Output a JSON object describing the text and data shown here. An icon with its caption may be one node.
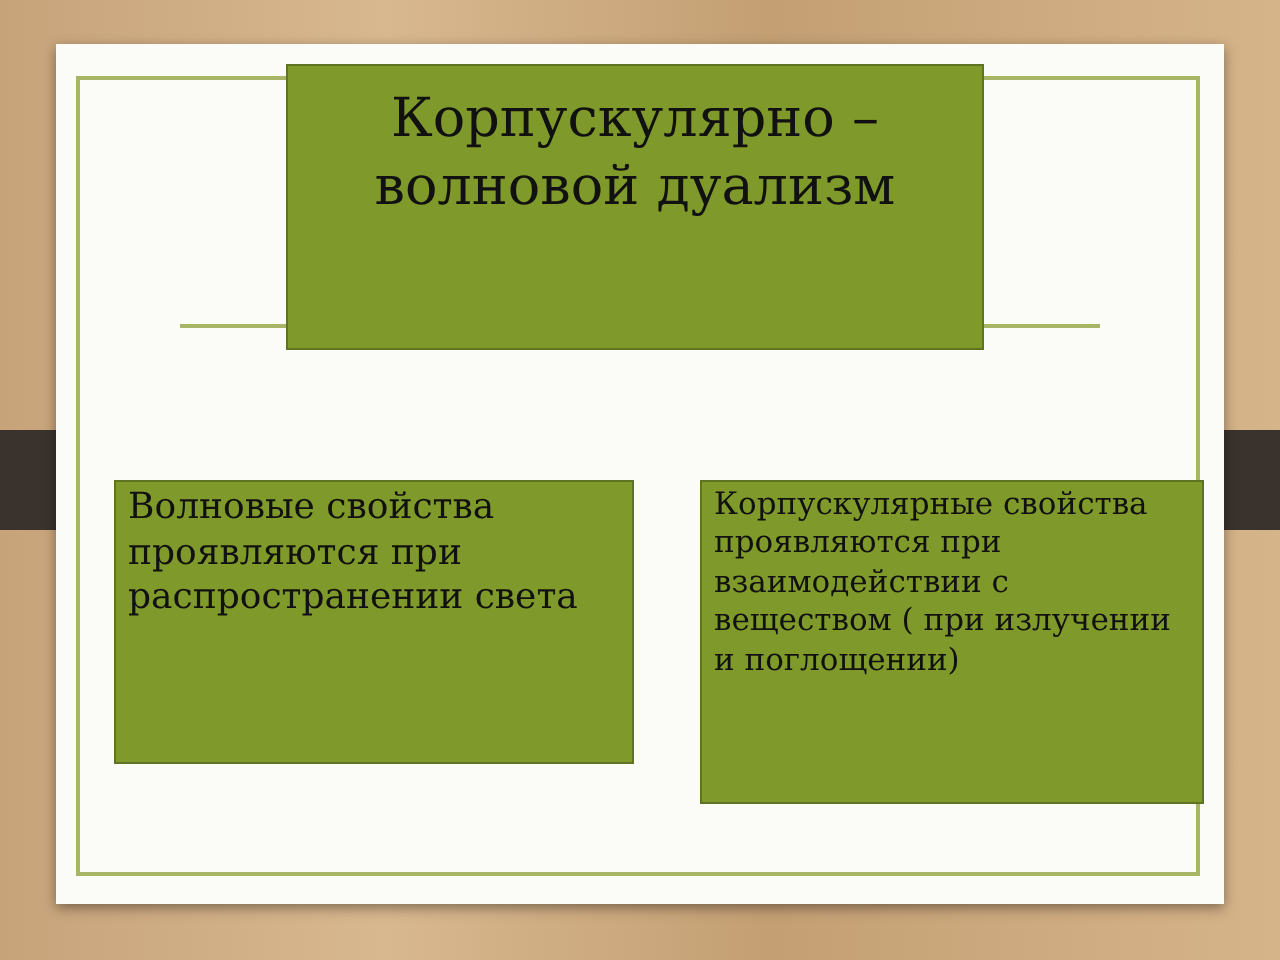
{
  "diagram": {
    "nodes": [
      {
        "text": [
          "Корпускулярно – волновой дуализм"
        ]
      },
      {
        "text": [
          "Волновые свойства проявляются при распространении света"
        ]
      },
      {
        "text": [
          "Корпускулярные свойства проявляются при взаимодействии с веществом ( при излучении и поглощении)"
        ]
      }
    ]
  }
}
